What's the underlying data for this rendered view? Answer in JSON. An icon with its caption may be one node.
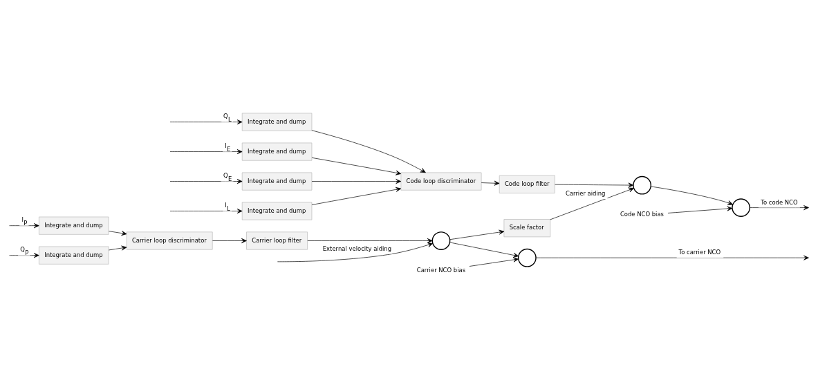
{
  "diagram": {
    "nodes": [
      {
        "text": [
          "Integrate and dump"
        ]
      },
      {
        "text": [
          "Integrate and dump"
        ]
      },
      {
        "text": [
          "Integrate and dump"
        ]
      },
      {
        "text": [
          "Integrate and dump"
        ]
      },
      {
        "text": [
          "Integrate and dump"
        ]
      },
      {
        "text": [
          "Integrate and dump"
        ]
      },
      {
        "text": [
          "Code loop discriminator"
        ]
      },
      {
        "text": [
          "Code loop filter"
        ]
      },
      {
        "text": [],
        "shape": "circle"
      },
      {
        "text": [],
        "shape": "circle"
      },
      {
        "text": [
          "Scale factor"
        ]
      },
      {
        "text": [
          "Code NCO bias"
        ]
      },
      {
        "text": [
          "Carrier loop discriminator"
        ]
      },
      {
        "text": [
          "Carrier loop filter"
        ]
      },
      {
        "text": [],
        "shape": "circle"
      },
      {
        "text": [],
        "shape": "circle"
      },
      {
        "text": [
          "Carrier NCO bias"
        ]
      }
    ],
    "edges": [
      {
        "from": null,
        "to": 0,
        "arrow": "to",
        "label": "I$_{E}$"
      },
      {
        "from": null,
        "to": 1,
        "arrow": "to",
        "label": "Q$_{E}$"
      },
      {
        "from": null,
        "to": 2,
        "arrow": "to",
        "label": "I$_{L}$"
      },
      {
        "from": null,
        "to": 3,
        "arrow": "to",
        "label": "Q$_{L}$"
      },
      {
        "from": null,
        "to": 4,
        "arrow": "to",
        "label": "I$_{P}$"
      },
      {
        "from": null,
        "to": 5,
        "arrow": "to",
        "label": "Q$_{P}$"
      },
      {
        "from": 0,
        "to": 6,
        "arrow": "to"
      },
      {
        "from": 1,
        "to": 6,
        "arrow": "to"
      },
      {
        "from": 2,
        "to": 6,
        "arrow": "to"
      },
      {
        "from": 3,
        "to": 6,
        "arrow": "to"
      },
      {
        "from": 4,
        "to": 12,
        "arrow": "to"
      },
      {
        "from": 5,
        "to": 12,
        "arrow": "to"
      },
      {
        "from": 6,
        "to": 7,
        "arrow": "to"
      },
      {
        "from": 7,
        "to": 8,
        "arrow": "to"
      },
      {
        "from": 8,
        "to": 9,
        "arrow": "to"
      },
      {
        "from": 9,
        "to": null,
        "arrow": "to",
        "label": "To code NCO"
      },
      {
        "from": 10,
        "to": 8,
        "arrow": "to",
        "label": "Carrier aiding"
      },
      {
        "from": 11,
        "to": 9,
        "arrow": "to"
      },
      {
        "from": 12,
        "to": 13,
        "arrow": "to"
      },
      {
        "from": 13,
        "to": 14,
        "arrow": "to"
      },
      {
        "from": null,
        "to": 14,
        "arrow": "to",
        "label": "External velocity aiding"
      },
      {
        "from": 14,
        "to": 15,
        "arrow": "to"
      },
      {
        "from": 14,
        "to": 10,
        "arrow": "to"
      },
      {
        "from": 15,
        "to": null,
        "arrow": "to",
        "label": "To carrier NCO"
      },
      {
        "from": 16,
        "to": 15,
        "arrow": "to"
      }
    ]
  }
}
